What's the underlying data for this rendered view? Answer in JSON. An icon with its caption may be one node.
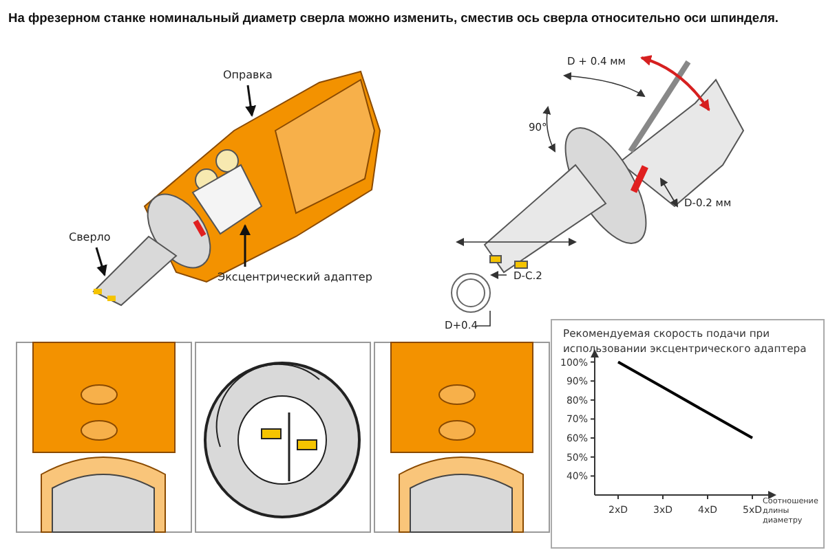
{
  "diagram": {
    "title": "На фрезерном станке номинальный диаметр сверла можно изменить, сместив ось сверла относительно оси шпинделя.",
    "nodes": [
      {
        "text": [
          "Оправка"
        ]
      },
      {
        "text": [
          "Сверло"
        ]
      },
      {
        "text": [
          "Эксцентрический адаптер"
        ]
      },
      {
        "text": [],
        "shape": "picture"
      },
      {
        "text": [],
        "shape": "picture"
      },
      {
        "text": [],
        "shape": "picture",
        "in": 3
      }
    ],
    "edges": [
      {
        "from": 0,
        "to": 3,
        "arrow": "to"
      },
      {
        "from": 1,
        "to": 4,
        "arrow": "to"
      },
      {
        "from": 2,
        "to": 5,
        "arrow": "to"
      }
    ],
    "labels": [
      "D + 0.4 мм",
      "90°",
      "D-0.2 мм",
      "D-C.2",
      "D+0.4"
    ],
    "chart_data": {
      "type": "line",
      "title": "Рекомендуемая скорость подачи при использовании эксцентрического адаптера",
      "xlabel": "Соотношение длины диаметру",
      "categories": [
        "2xD",
        "3xD",
        "4xD",
        "5xD"
      ],
      "ylim": [
        30,
        106
      ],
      "series": [
        {
          "color": "#000000",
          "values": [
            100,
            86.7,
            73.3,
            60
          ]
        }
      ],
      "yticks": [
        {
          "value": 40,
          "label": "40%"
        },
        {
          "value": 50,
          "label": "50%"
        },
        {
          "value": 60,
          "label": "60%"
        },
        {
          "value": 70,
          "label": "70%"
        },
        {
          "value": 80,
          "label": "80%"
        },
        {
          "value": 90,
          "label": "90%"
        },
        {
          "value": 100,
          "label": "100%"
        }
      ]
    }
  }
}
